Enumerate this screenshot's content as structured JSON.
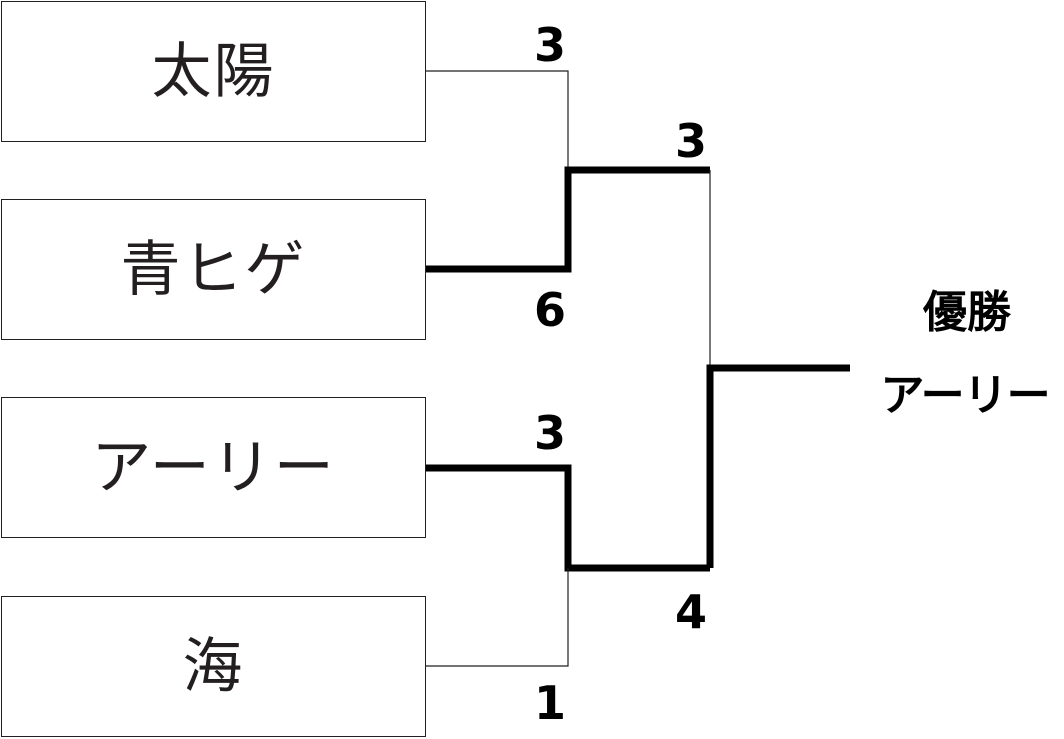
{
  "players": [
    {
      "name": "太陽"
    },
    {
      "name": "青ヒゲ"
    },
    {
      "name": "アーリー"
    },
    {
      "name": "海"
    }
  ],
  "matches": {
    "semi_1": {
      "top_score": "3",
      "bottom_score": "6",
      "winner": "青ヒゲ"
    },
    "semi_2": {
      "top_score": "3",
      "bottom_score": "1",
      "winner": "アーリー"
    },
    "final": {
      "top_score": "3",
      "bottom_score": "4",
      "winner": "アーリー"
    }
  },
  "champion": {
    "label": "優勝",
    "name": "アーリー"
  },
  "colors": {
    "line": "#000000",
    "box_border": "#231f20"
  }
}
